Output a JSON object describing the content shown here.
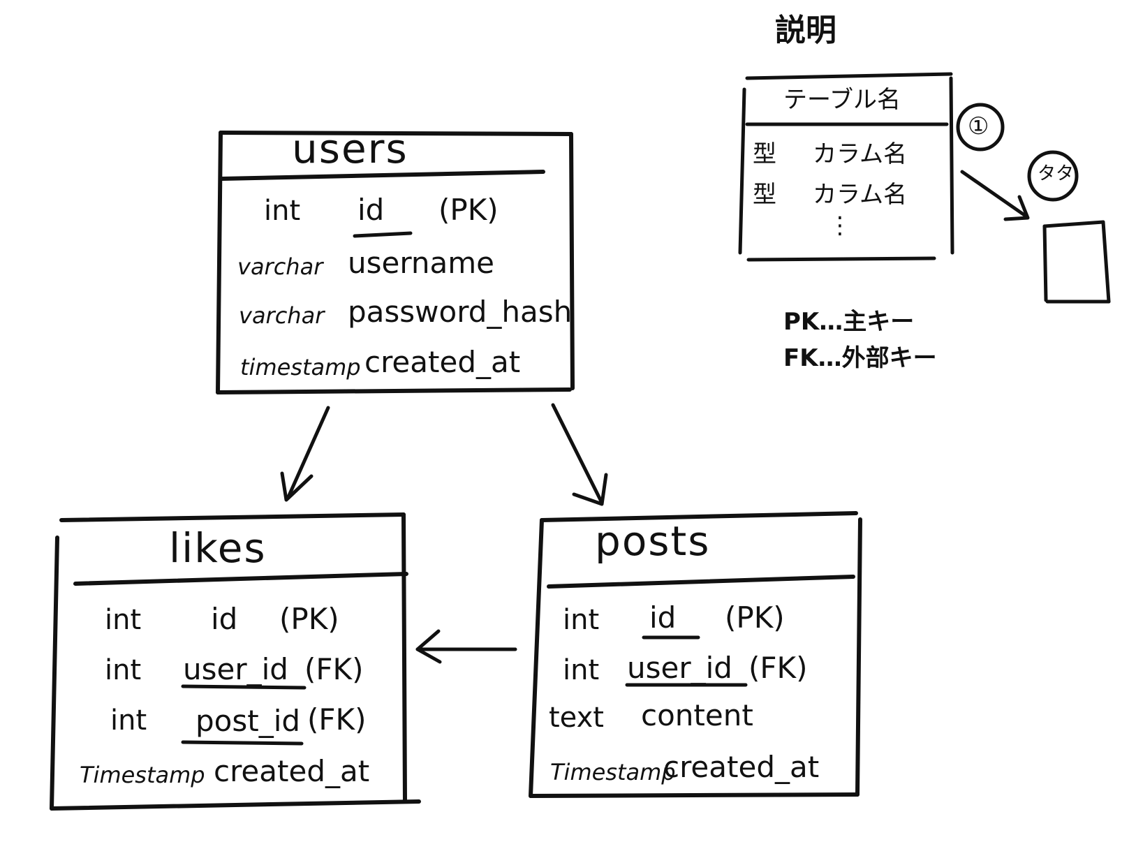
{
  "legend": {
    "title": "説明",
    "table_name": "テーブル名",
    "rows": [
      {
        "type": "型",
        "column": "カラム名"
      },
      {
        "type": "型",
        "column": "カラム名"
      }
    ],
    "ellipsis": "⋮",
    "marker_1": "①",
    "marker_2": "タタ",
    "pk_line": "PK…主キー",
    "fk_line": "FK…外部キー"
  },
  "tables": {
    "users": {
      "name": "users",
      "rows": [
        {
          "type": "int",
          "column": "id",
          "key": "(PK)"
        },
        {
          "type": "varchar",
          "column": "username",
          "key": ""
        },
        {
          "type": "varchar",
          "column": "password_hash",
          "key": ""
        },
        {
          "type": "timestamp",
          "column": "created_at",
          "key": ""
        }
      ]
    },
    "likes": {
      "name": "likes",
      "rows": [
        {
          "type": "int",
          "column": "id",
          "key": "(PK)"
        },
        {
          "type": "int",
          "column": "user_id",
          "key": "(FK)"
        },
        {
          "type": "int",
          "column": "post_id",
          "key": "(FK)"
        },
        {
          "type": "Timestamp",
          "column": "created_at",
          "key": ""
        }
      ]
    },
    "posts": {
      "name": "posts",
      "rows": [
        {
          "type": "int",
          "column": "id",
          "key": "(PK)"
        },
        {
          "type": "int",
          "column": "user_id",
          "key": "(FK)"
        },
        {
          "type": "text",
          "column": "content",
          "key": ""
        },
        {
          "type": "Timestamp",
          "column": "created_at",
          "key": ""
        }
      ]
    }
  },
  "colors": {
    "ink": "#111111",
    "users_key_underline": "#e8283c",
    "posts_key_underline": "#1f6fe0"
  }
}
